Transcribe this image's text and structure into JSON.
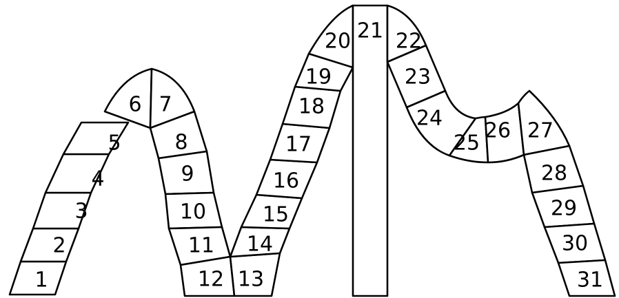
{
  "segments": [
    {
      "label": "1"
    },
    {
      "label": "2"
    },
    {
      "label": "3"
    },
    {
      "label": "4"
    },
    {
      "label": "5"
    },
    {
      "label": "6"
    },
    {
      "label": "7"
    },
    {
      "label": "8"
    },
    {
      "label": "9"
    },
    {
      "label": "10"
    },
    {
      "label": "11"
    },
    {
      "label": "12"
    },
    {
      "label": "13"
    },
    {
      "label": "14"
    },
    {
      "label": "15"
    },
    {
      "label": "16"
    },
    {
      "label": "17"
    },
    {
      "label": "18"
    },
    {
      "label": "19"
    },
    {
      "label": "20"
    },
    {
      "label": "21"
    },
    {
      "label": "22"
    },
    {
      "label": "23"
    },
    {
      "label": "24"
    },
    {
      "label": "25"
    },
    {
      "label": "26"
    },
    {
      "label": "27"
    },
    {
      "label": "28"
    },
    {
      "label": "29"
    },
    {
      "label": "30"
    },
    {
      "label": "31"
    }
  ]
}
